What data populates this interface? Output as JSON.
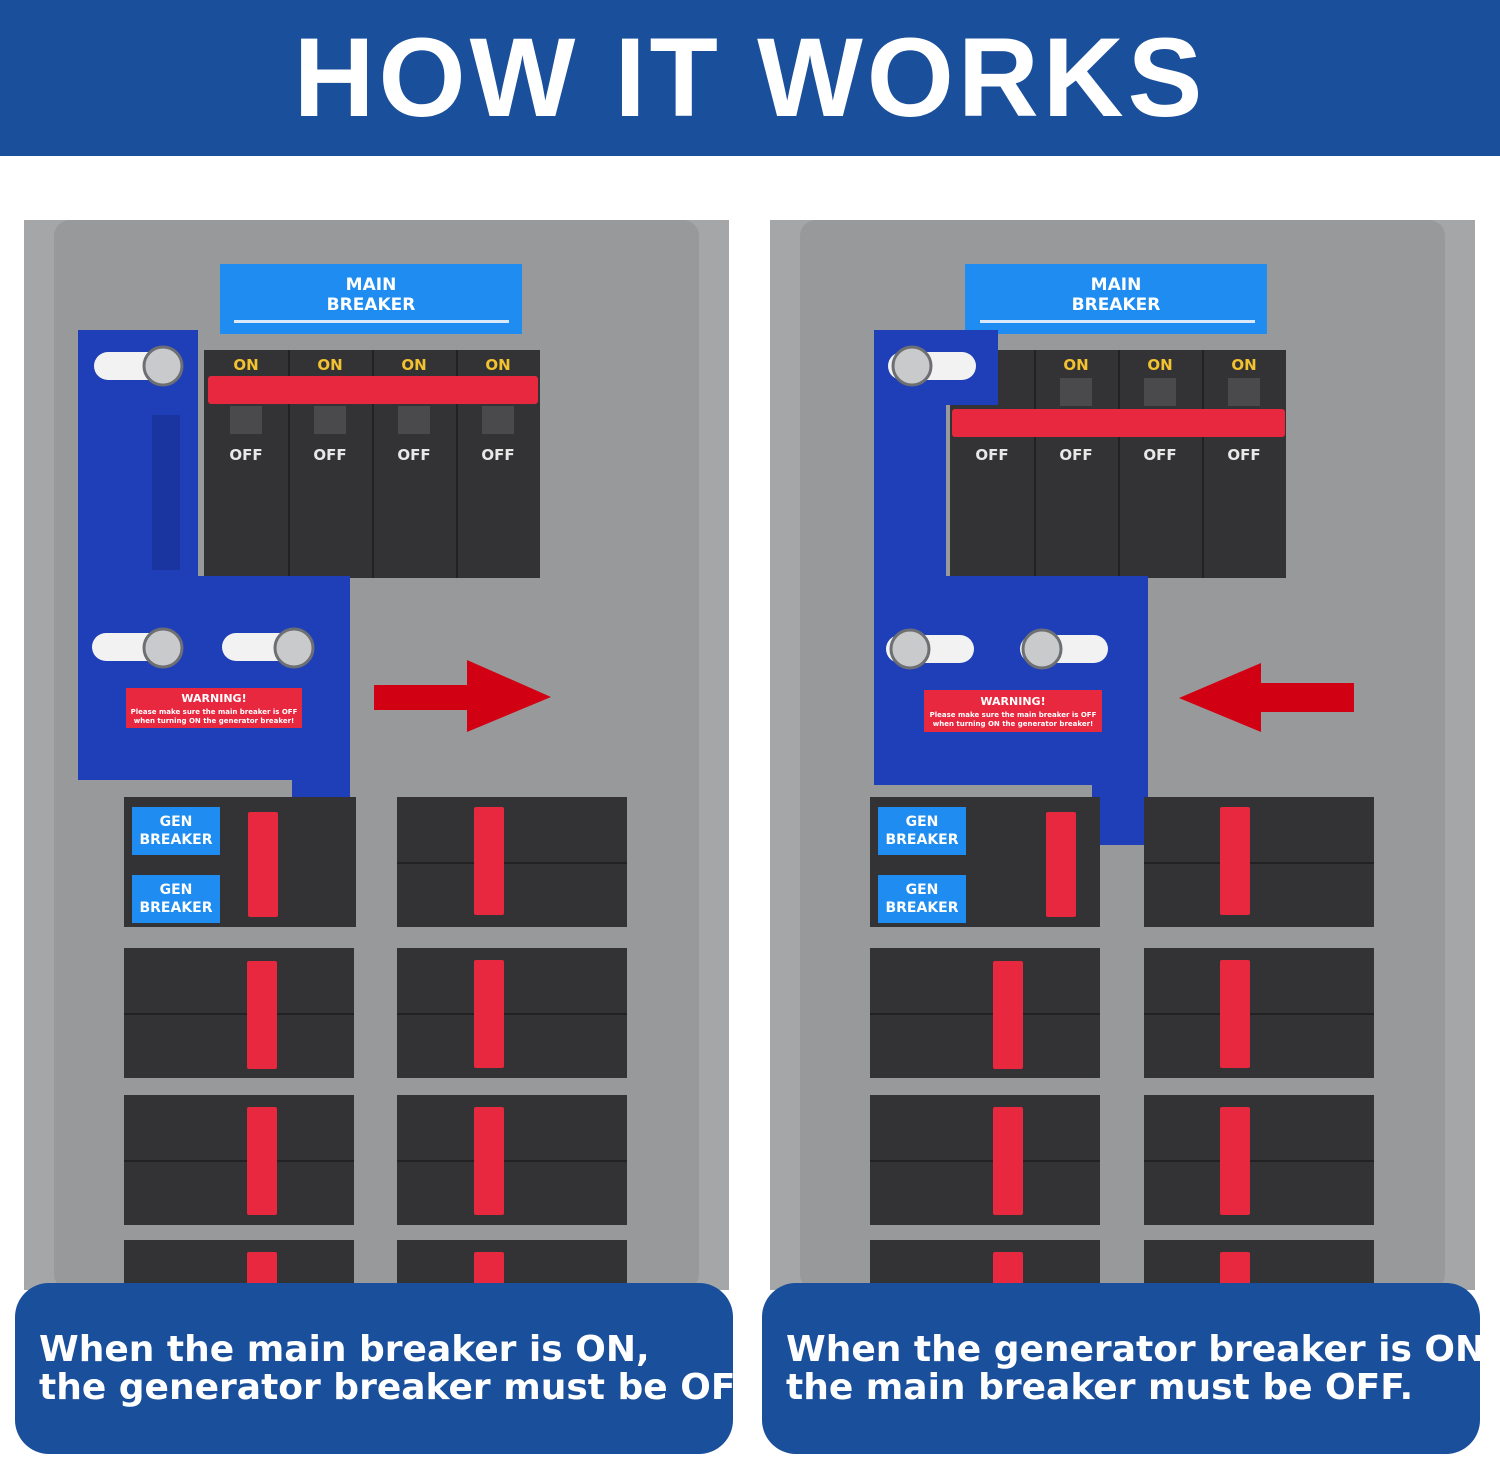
{
  "title": "HOW IT WORKS",
  "panels": [
    {
      "main_label": [
        "MAIN",
        "BREAKER"
      ],
      "on_label": "ON",
      "off_label": "OFF",
      "gen_label": [
        "GEN",
        "BREAKER"
      ],
      "warning_title": "WARNING!",
      "warning_text": [
        "Please make sure the main breaker is OFF",
        "when turning ON the generator breaker!"
      ],
      "arrow_direction": "right",
      "main_breaker_state": "ON",
      "caption": [
        "When the main breaker is ON,",
        "the generator breaker must be OFF."
      ]
    },
    {
      "main_label": [
        "MAIN",
        "BREAKER"
      ],
      "on_label": "ON",
      "off_label": "OFF",
      "gen_label": [
        "GEN",
        "BREAKER"
      ],
      "warning_title": "WARNING!",
      "warning_text": [
        "Please make sure the main breaker is OFF",
        "when turning ON the generator breaker!"
      ],
      "arrow_direction": "left",
      "main_breaker_state": "OFF",
      "caption": [
        "When the generator breaker is ON,",
        "the main breaker must be OFF."
      ]
    }
  ],
  "colors": {
    "header_bg": "#1a4f9c",
    "interlock_plate": "#1f3fb8",
    "handle_red": "#e8283f",
    "label_blue": "#1e8cf0",
    "arrow_red": "#d10012",
    "panel_grey": "#9a9b9c"
  }
}
